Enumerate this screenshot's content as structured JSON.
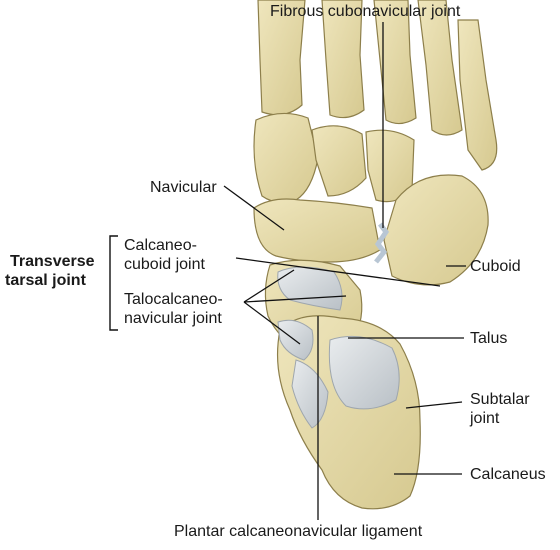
{
  "labels": {
    "fibrous_cubonavicular_joint": "Fibrous cubonavicular joint",
    "navicular": "Navicular",
    "transverse_tarsal_joint_line1": "Transverse",
    "transverse_tarsal_joint_line2": "tarsal joint",
    "calcaneocuboid_joint_line1": "Calcaneo-",
    "calcaneocuboid_joint_line2": "cuboid joint",
    "talocalcaneonavicular_joint_line1": "Talocalcaneo-",
    "talocalcaneonavicular_joint_line2": "navicular joint",
    "cuboid": "Cuboid",
    "talus": "Talus",
    "subtalar_joint_line1": "Subtalar",
    "subtalar_joint_line2": "joint",
    "calcaneus": "Calcaneus",
    "plantar_calcaneonavicular_ligament": "Plantar calcaneonavicular ligament"
  },
  "colors": {
    "bone_fill": "#e6dcae",
    "bone_shade": "#c9bb80",
    "bone_outline": "#8d7f4b",
    "cartilage": "#d3d8dc",
    "cartilage_edge": "#9ea6ad",
    "leader": "#111111",
    "text": "#1a1a1a"
  }
}
